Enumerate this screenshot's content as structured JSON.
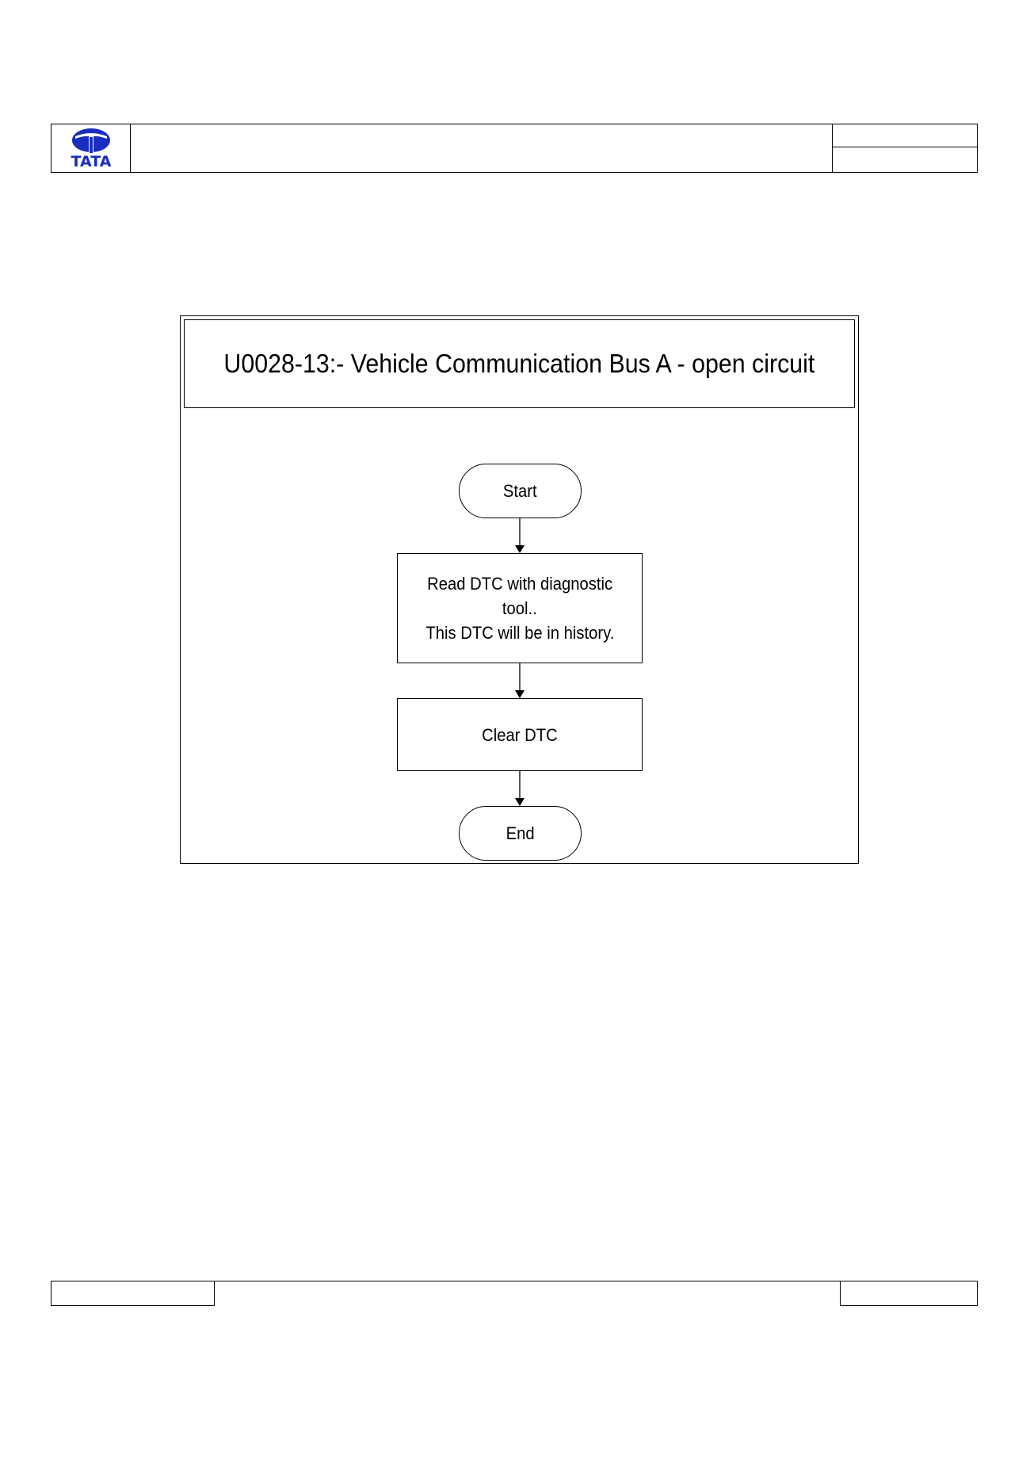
{
  "header": {
    "logo_text": "TATA",
    "logo_color": "#1a2dbf"
  },
  "diagram": {
    "title": "U0028-13:- Vehicle Communication Bus A - open circuit",
    "nodes": [
      {
        "id": "start",
        "shape": "terminal",
        "lines": [
          "Start"
        ]
      },
      {
        "id": "read-dtc",
        "shape": "process",
        "lines": [
          "Read DTC with diagnostic",
          "tool..",
          "This DTC will be in history."
        ]
      },
      {
        "id": "clear-dtc",
        "shape": "process",
        "lines": [
          "Clear DTC"
        ]
      },
      {
        "id": "end",
        "shape": "terminal",
        "lines": [
          "End"
        ]
      }
    ],
    "edges": [
      {
        "from": "start",
        "to": "read-dtc"
      },
      {
        "from": "read-dtc",
        "to": "clear-dtc"
      },
      {
        "from": "clear-dtc",
        "to": "end"
      }
    ]
  }
}
